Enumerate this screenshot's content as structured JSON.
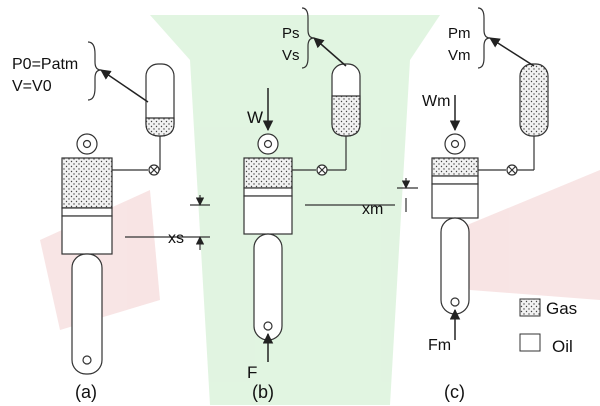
{
  "diagram": {
    "panel_a": {
      "caption": "(a)",
      "pressure_label": "P0=Patm",
      "volume_label": "V=V0",
      "displacement_label": "xs"
    },
    "panel_b": {
      "caption": "(b)",
      "load_label": "W",
      "pressure_label": "Ps",
      "volume_label": "Vs",
      "displacement_label": "xm",
      "force_label": "F"
    },
    "panel_c": {
      "caption": "(c)",
      "load_label": "Wm",
      "pressure_label": "Pm",
      "volume_label": "Vm",
      "force_label": "Fm"
    },
    "legend": {
      "gas_label": "Gas",
      "oil_label": "Oil"
    },
    "colors": {
      "background": "#ffffff",
      "watermark_green": "#c9ecc9",
      "watermark_red": "#f3cfcf",
      "line": "#333333"
    }
  }
}
